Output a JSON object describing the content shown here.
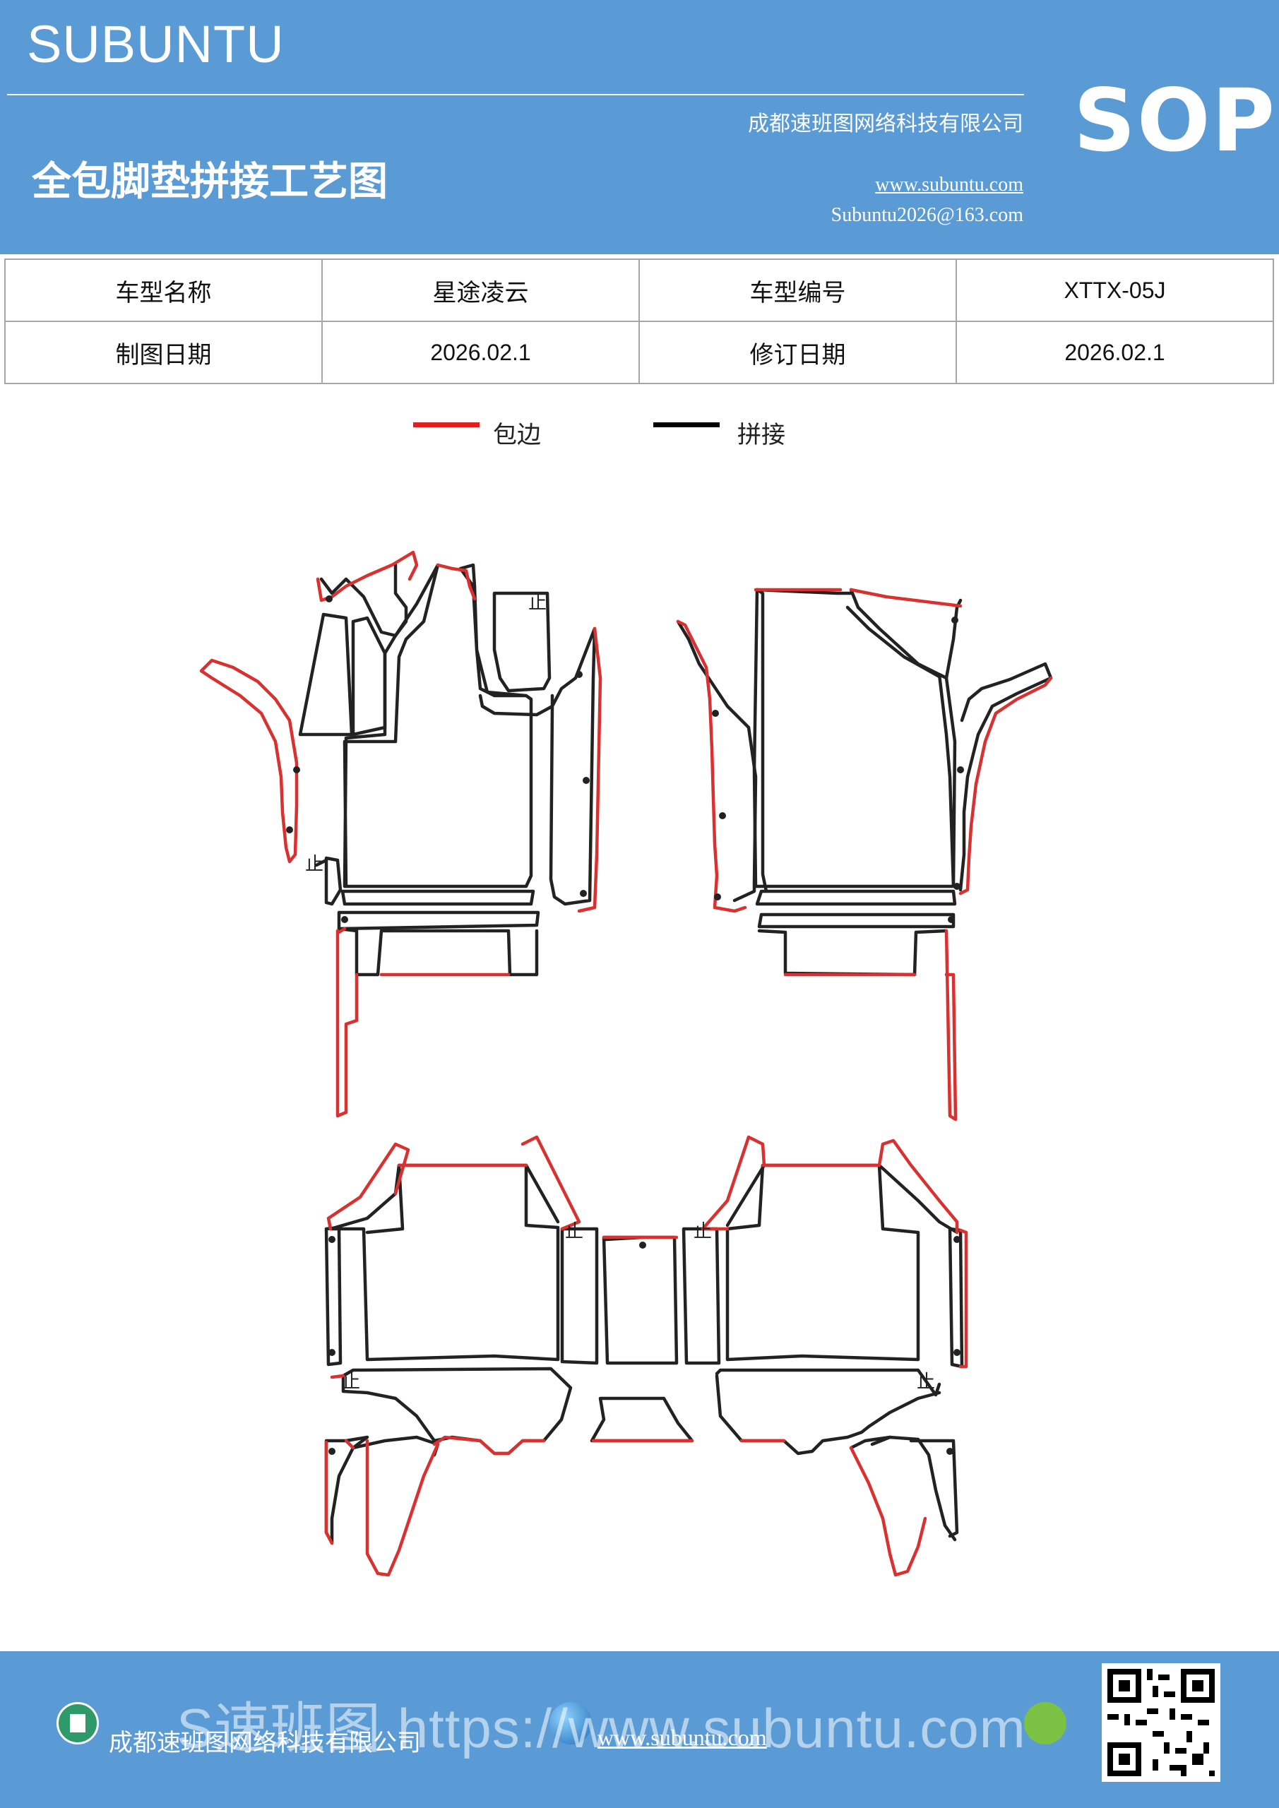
{
  "header": {
    "brand": "SUBUNTU",
    "title": "全包脚垫拼接工艺图",
    "company": "成都速班图网络科技有限公司",
    "website": "www.subuntu.com",
    "email": "Subuntu2026@163.com",
    "badge": "SOP"
  },
  "info_table": {
    "rows": [
      [
        "车型名称",
        "星途凌云",
        "车型编号",
        "XTTX-05J"
      ],
      [
        "制图日期",
        "2026.02.1",
        "修订日期",
        "2026.02.1"
      ]
    ]
  },
  "legend": {
    "items": [
      {
        "label": "包边",
        "color": "#e02020"
      },
      {
        "label": "拼接",
        "color": "#000000"
      }
    ]
  },
  "diagram": {
    "stop_mark": "止",
    "colors": {
      "edge": "#d9312f",
      "seam": "#222222"
    }
  },
  "footer": {
    "company": "成都速班图网络科技有限公司",
    "website": "www.subuntu.com",
    "watermark": "S速班图 https://www.subuntu.com",
    "icons": [
      "building-icon",
      "globe-icon",
      "wechat-icon",
      "qr-code"
    ]
  },
  "colors": {
    "header_bg": "#5b9bd5",
    "footer_bg": "#5b9bd5"
  }
}
